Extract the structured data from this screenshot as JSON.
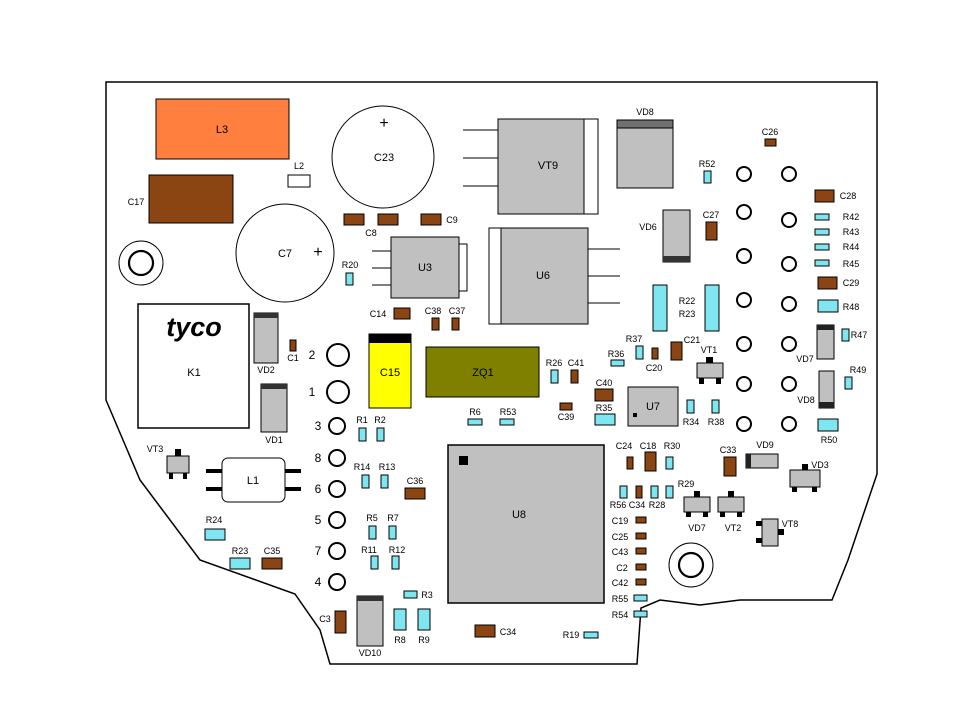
{
  "colors": {
    "board_outline": "#000000",
    "resistor": "#7fe5f0",
    "capacitor_brown": "#8b4513",
    "chip_gray": "#c0c0c0",
    "inductor_orange": "#ff7f3f",
    "c15_yellow": "#ffff00",
    "zq1_olive": "#808000"
  },
  "brand": {
    "logo_text": "tyco"
  },
  "components": {
    "L3": "L3",
    "L2": "L2",
    "L1": "L1",
    "C17": "C17",
    "C23": "C23",
    "C7": "C7",
    "C8": "C8",
    "C9": "C9",
    "VT9": "VT9",
    "VD8_top": "VD8",
    "U3": "U3",
    "U6": "U6",
    "R20": "R20",
    "C14": "C14",
    "C38": "C38",
    "C37": "C37",
    "C15": "C15",
    "ZQ1": "ZQ1",
    "K1": "K1",
    "VD2": "VD2",
    "VD1": "VD1",
    "C1": "C1",
    "VT3": "VT3",
    "R1": "R1",
    "R2": "R2",
    "R14": "R14",
    "R13": "R13",
    "C36": "C36",
    "R5": "R5",
    "R7": "R7",
    "R11": "R11",
    "R12": "R12",
    "R3": "R3",
    "R8": "R8",
    "R9": "R9",
    "VD10": "VD10",
    "C3": "C3",
    "R24": "R24",
    "R23_left": "R23",
    "C35": "C35",
    "C34_bottom": "C34",
    "R19": "R19",
    "R6": "R6",
    "R53": "R53",
    "R26": "R26",
    "C41": "C41",
    "C39": "C39",
    "C40": "C40",
    "R35": "R35",
    "U7": "U7",
    "R36": "R36",
    "R37": "R37",
    "C20": "C20",
    "C21": "C21",
    "VT1": "VT1",
    "R34": "R34",
    "R38": "R38",
    "R22": "R22",
    "R23": "R23",
    "VD6": "VD6",
    "C27": "C27",
    "R52": "R52",
    "C26": "C26",
    "C28": "C28",
    "R42": "R42",
    "R43": "R43",
    "R44": "R44",
    "R45": "R45",
    "C29": "C29",
    "R48": "R48",
    "R47": "R47",
    "VD7_right": "VD7",
    "VD8_right": "VD8",
    "R49": "R49",
    "R50": "R50",
    "U8": "U8",
    "C24": "C24",
    "C18": "C18",
    "R30": "R30",
    "R29": "R29",
    "R56": "R56",
    "C34": "C34",
    "R28": "R28",
    "C19": "C19",
    "C25": "C25",
    "C43": "C43",
    "C2": "C2",
    "C42": "C42",
    "R55": "R55",
    "R54": "R54",
    "C33": "C33",
    "VD9": "VD9",
    "VD3": "VD3",
    "VD7": "VD7",
    "VT2": "VT2",
    "VT8": "VT8"
  },
  "pins": [
    "2",
    "1",
    "3",
    "8",
    "6",
    "5",
    "7",
    "4"
  ],
  "polarity": {
    "plus": "+"
  }
}
